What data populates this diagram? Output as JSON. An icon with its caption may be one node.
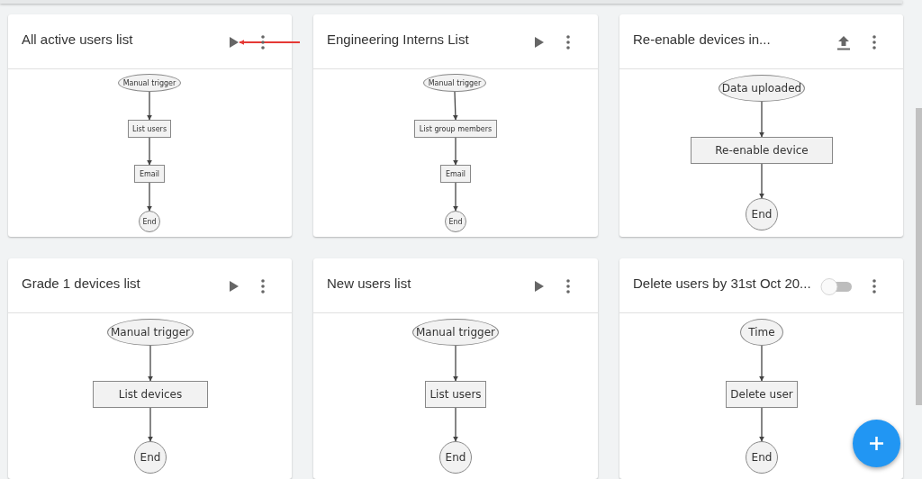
{
  "diagram": {
    "nodes": [
      {
        "text": [
          "All active users list"
        ]
      },
      {
        "text": [],
        "shape": "triangle",
        "in": 0
      },
      {
        "text": [
          "Manual trigger"
        ],
        "in": 0
      },
      {
        "text": [
          "List users"
        ],
        "in": 0
      },
      {
        "text": [
          "Email"
        ],
        "in": 0
      },
      {
        "text": [
          "End"
        ],
        "in": 0
      },
      {
        "text": [
          "Engineering Interns List"
        ]
      },
      {
        "text": [
          "Manual trigger"
        ],
        "in": 6
      },
      {
        "text": [
          "List group members"
        ],
        "in": 6
      },
      {
        "text": [
          "Email"
        ],
        "in": 6
      },
      {
        "text": [
          "End"
        ],
        "in": 6
      },
      {
        "text": [
          "Re-enable devices in..."
        ]
      },
      {
        "text": [
          "Data uploaded"
        ],
        "in": 11
      },
      {
        "text": [
          "Re-enable device"
        ],
        "in": 11
      },
      {
        "text": [
          "End"
        ],
        "in": 11
      },
      {
        "text": [
          "Grade 1 devices list"
        ]
      },
      {
        "text": [
          "Manual trigger"
        ],
        "in": 15
      },
      {
        "text": [
          "List devices"
        ],
        "in": 15
      },
      {
        "text": [
          "End"
        ],
        "in": 15
      },
      {
        "text": [
          "New users list"
        ]
      },
      {
        "text": [
          "Manual trigger"
        ],
        "in": 19
      },
      {
        "text": [
          "List users"
        ],
        "in": 19
      },
      {
        "text": [
          "End"
        ],
        "in": 19
      },
      {
        "text": [
          "Delete users by 31st Oct 20..."
        ]
      },
      {
        "text": [
          "Time"
        ],
        "in": 23
      },
      {
        "text": [
          "Delete user"
        ],
        "in": 23
      },
      {
        "text": [
          "End"
        ],
        "in": 23
      }
    ],
    "edges": [
      {
        "from": null,
        "to": 1,
        "arrow": "to",
        "color": "#e53935"
      },
      {
        "from": 2,
        "to": 3,
        "arrow": "to"
      },
      {
        "from": 3,
        "to": 4,
        "arrow": "to"
      },
      {
        "from": 4,
        "to": 5,
        "arrow": "to"
      },
      {
        "from": 7,
        "to": 8,
        "arrow": "to"
      },
      {
        "from": 8,
        "to": 9,
        "arrow": "to"
      },
      {
        "from": 9,
        "to": 10,
        "arrow": "to"
      },
      {
        "from": 12,
        "to": 13,
        "arrow": "to"
      },
      {
        "from": 13,
        "to": 14,
        "arrow": "to"
      },
      {
        "from": 16,
        "to": 17,
        "arrow": "to"
      },
      {
        "from": 17,
        "to": 18,
        "arrow": "to"
      },
      {
        "from": 20,
        "to": 21,
        "arrow": "to"
      },
      {
        "from": 21,
        "to": 22,
        "arrow": "to"
      },
      {
        "from": 24,
        "to": 25,
        "arrow": "to"
      },
      {
        "from": 25,
        "to": 26,
        "arrow": "to"
      }
    ]
  }
}
